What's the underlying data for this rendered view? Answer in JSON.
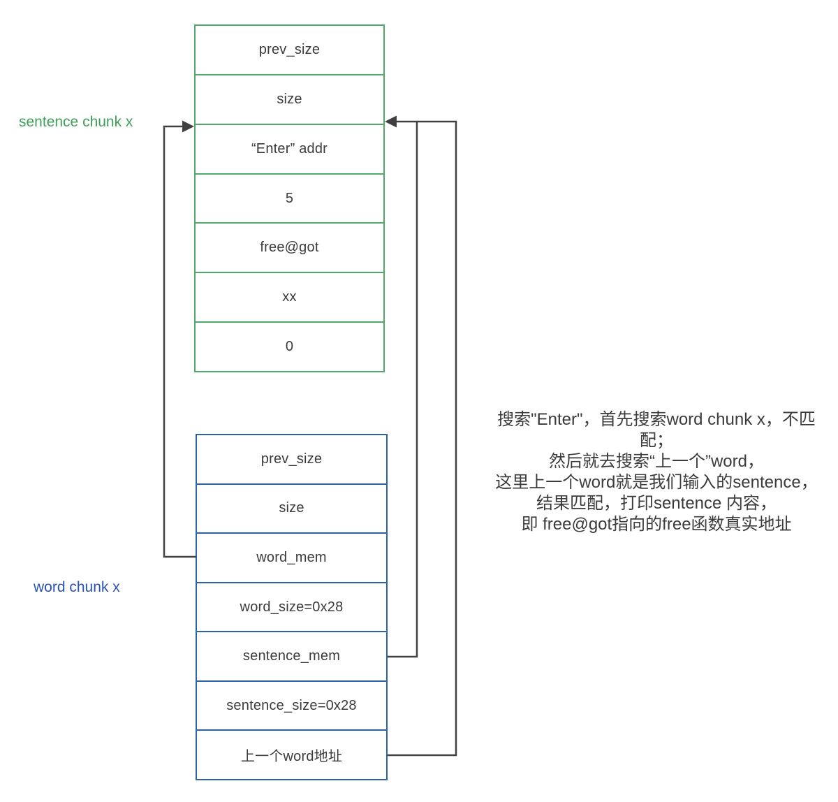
{
  "colors": {
    "green": "#4fa768",
    "green_label": "#3f9e57",
    "blue": "#2e62a6",
    "blue_label": "#2a52b4",
    "arrow": "#404040",
    "text": "#3b3b3b"
  },
  "sentence_chunk": {
    "label": "sentence chunk x",
    "cells": [
      "prev_size",
      "size",
      "“Enter”  addr",
      "5",
      "free@got",
      "xx",
      "0"
    ]
  },
  "word_chunk": {
    "label": "word chunk x",
    "cells": [
      "prev_size",
      "size",
      "word_mem",
      "word_size=0x28",
      "sentence_mem",
      "sentence_size=0x28",
      "上一个word地址"
    ]
  },
  "annotation": {
    "lines": [
      "搜索\"Enter\"，首先搜索word chunk x，不匹配；",
      "然后就去搜索“上一个”word，",
      "这里上一个word就是我们输入的sentence，",
      "结果匹配，打印sentence 内容，",
      "即 free@got指向的free函数真实地址"
    ]
  }
}
